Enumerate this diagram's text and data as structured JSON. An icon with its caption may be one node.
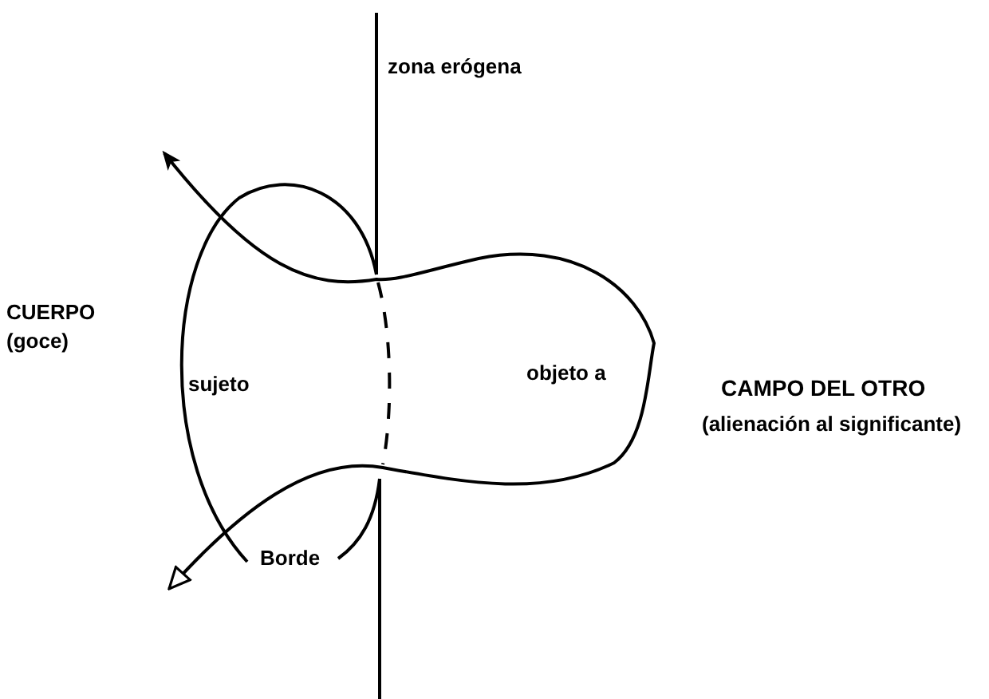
{
  "diagram": {
    "labels": [
      "zona erógena",
      "CUERPO",
      "(goce)",
      "sujeto",
      "objeto a",
      "CAMPO DEL OTRO",
      "(alienación al significante)",
      "Borde"
    ]
  }
}
